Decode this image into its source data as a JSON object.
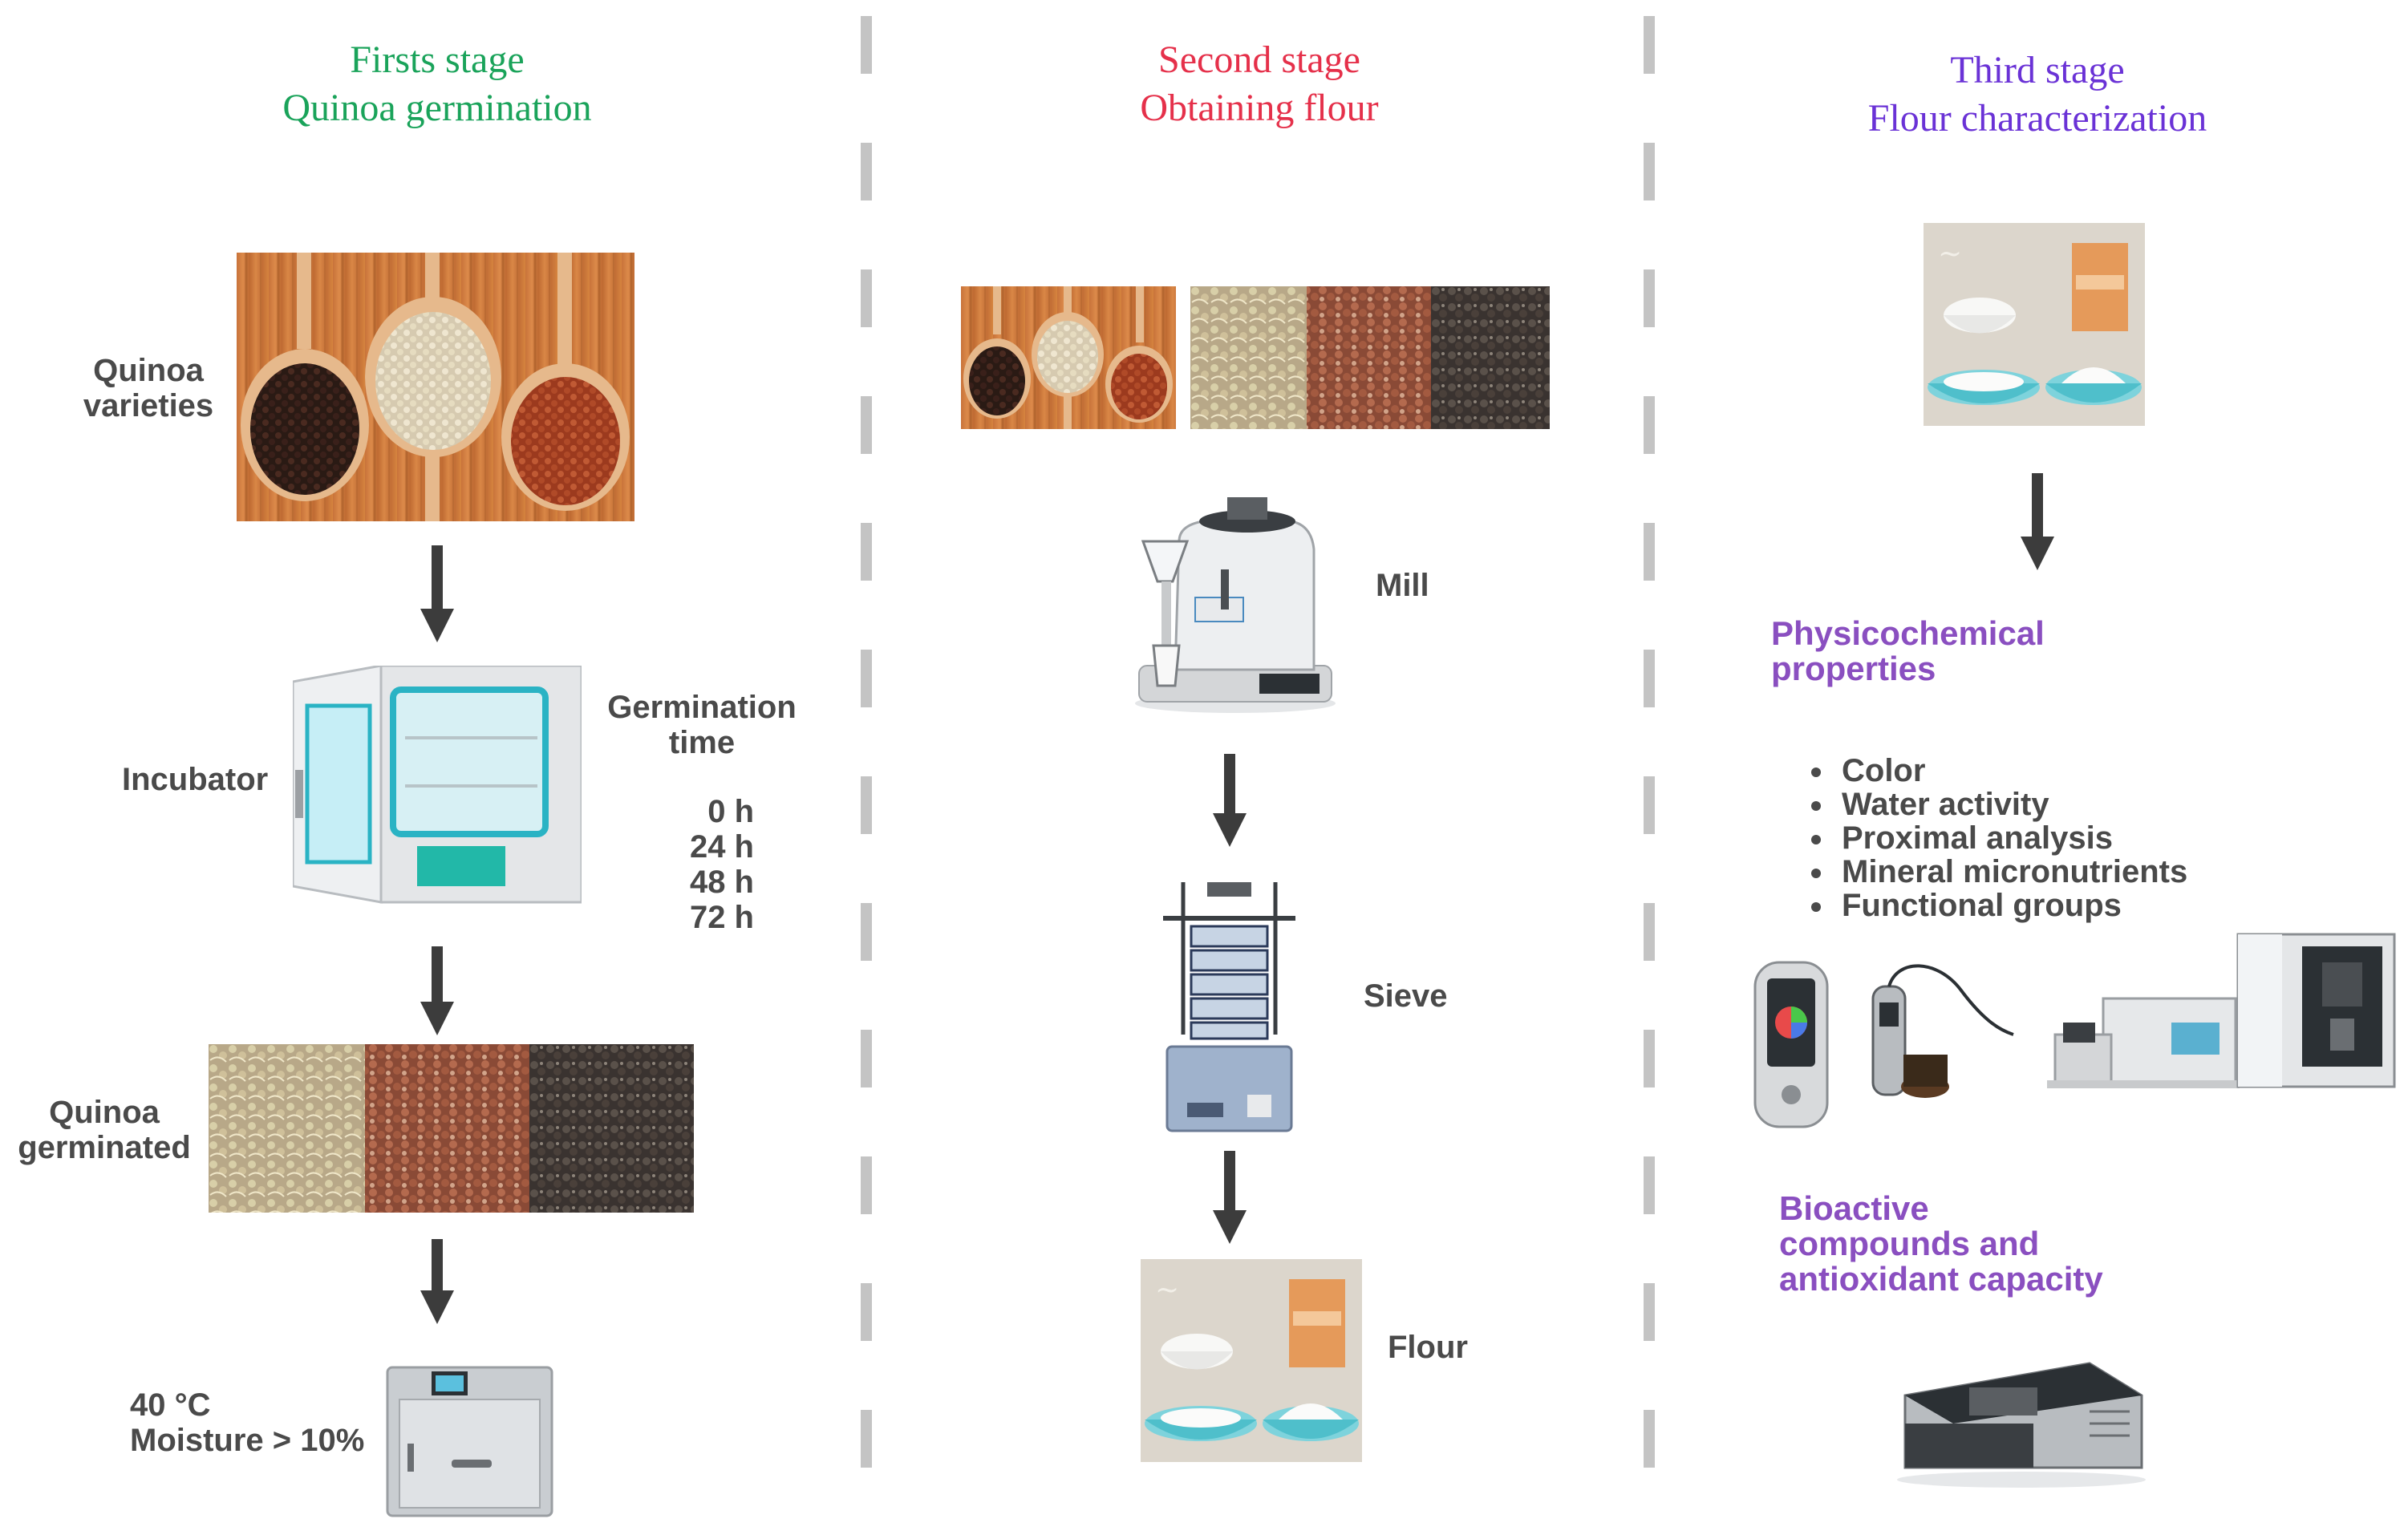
{
  "stages": [
    {
      "title_line1": "Firsts stage",
      "title_line2": "Quinoa germination",
      "color": "#1aa35a"
    },
    {
      "title_line1": "Second stage",
      "title_line2": "Obtaining flour",
      "color": "#e5304a"
    },
    {
      "title_line1": "Third stage",
      "title_line2": "Flour characterization",
      "color": "#6a32d6"
    }
  ],
  "stage1": {
    "varieties_label_1": "Quinoa",
    "varieties_label_2": "varieties",
    "incubator_label": "Incubator",
    "germination_label_1": "Germination",
    "germination_label_2": "time",
    "times": [
      "0 h",
      "24 h",
      "48 h",
      "72 h"
    ],
    "germinated_label_1": "Quinoa",
    "germinated_label_2": "germinated",
    "drying_line_1": "40 °C",
    "drying_line_2": "Moisture > 10%"
  },
  "stage2": {
    "mill_label": "Mill",
    "sieve_label": "Sieve",
    "flour_label": "Flour"
  },
  "stage3": {
    "physico_line_1": "Physicochemical",
    "physico_line_2": "properties",
    "analyses": [
      "Color",
      "Water activity",
      "Proximal analysis",
      "Mineral micronutrients",
      "Functional groups"
    ],
    "bioactive_line_1": "Bioactive",
    "bioactive_line_2": "compounds and",
    "bioactive_line_3": "antioxidant capacity"
  },
  "icons": [
    "quinoa-spoons-icon",
    "incubator-icon",
    "germinated-quinoa-icon",
    "drying-oven-icon",
    "mill-icon",
    "sieve-icon",
    "flour-icon",
    "colorimeter-icon",
    "water-activity-meter-icon",
    "analyzer-icon",
    "spectrometer-icon",
    "spectrophotometer-icon"
  ]
}
